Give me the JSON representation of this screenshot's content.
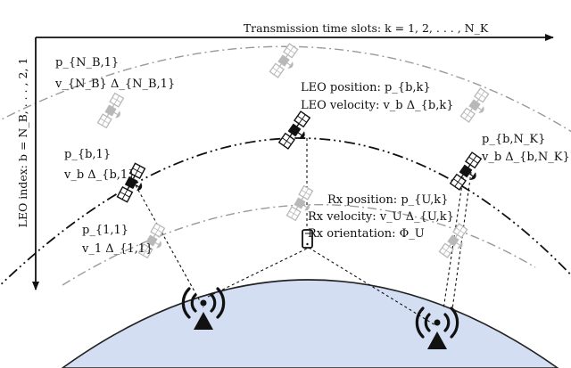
{
  "axes": {
    "time": "Transmission time slots: k = 1, 2, . . . , N_K",
    "leo_index": "LEO index: b = N_B, . . . , 2, 1"
  },
  "labels": {
    "p_nb_1": "p_{N_B,1}",
    "v_nb_delta_nb_1": "v_{N_B} Δ_{N_B,1}",
    "leo_position": "LEO position: p_{b,k}",
    "leo_velocity": "LEO velocity: v_b Δ_{b,k}",
    "p_b_nk": "p_{b,N_K}",
    "v_b_delta_b_nk": "v_b Δ_{b,N_K}",
    "p_b1": "p_{b,1}",
    "v_b_delta_b1": "v_b Δ_{b,1}",
    "rx_position": "Rx position: p_{U,k}",
    "rx_velocity": "Rx velocity: v_U Δ_{U,k}",
    "rx_orientation": "Rx orientation: Φ_U",
    "p_11": "p_{1,1}",
    "v1_delta_11": "v_1 Δ_{1,1}"
  },
  "colors": {
    "earth": "#d3def2",
    "active_orbit": "#111111",
    "faded_orbit": "#9a9a9a",
    "faded_satellite": "#b8b8b8"
  },
  "icons": [
    "satellite-icon",
    "antenna-tower-icon",
    "phone-receiver-icon"
  ]
}
